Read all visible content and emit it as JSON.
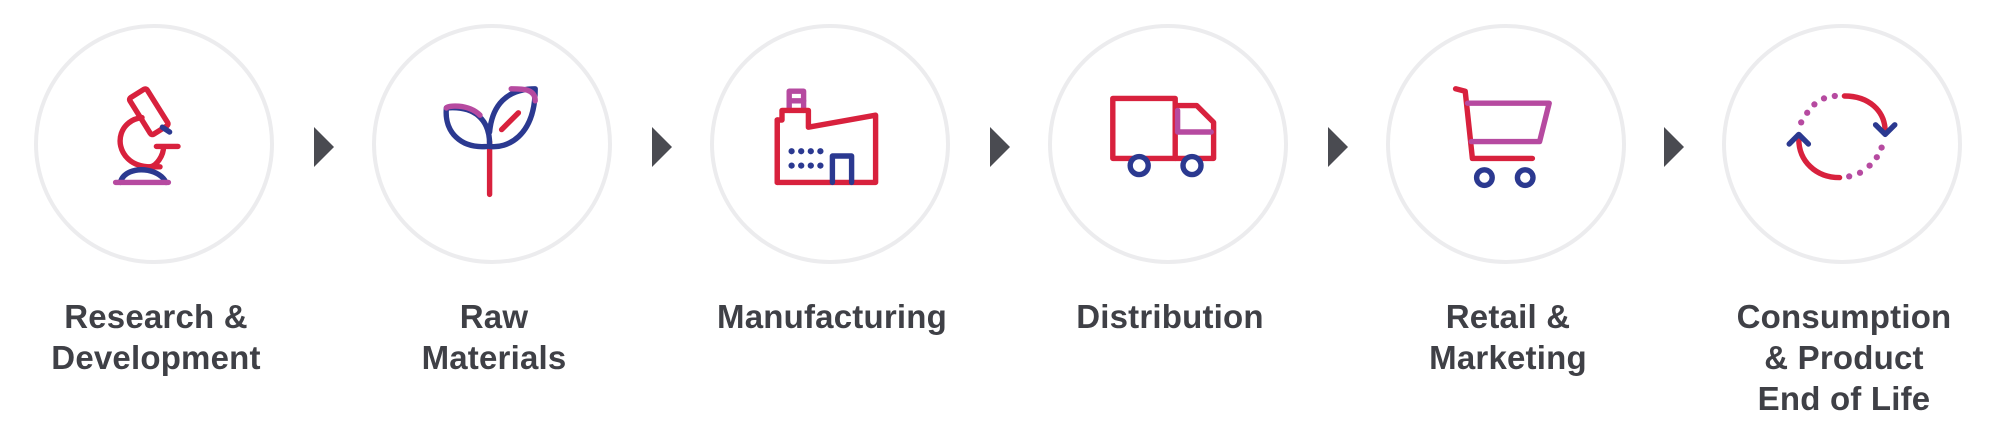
{
  "colors": {
    "red": "#d8213d",
    "navy": "#2b3990",
    "magenta": "#b64aa0",
    "circle_border": "#ececee",
    "label": "#3f4046",
    "arrow": "#4a4b51"
  },
  "steps": [
    {
      "icon": "microscope-icon",
      "label_lines": [
        "Research &",
        "Development"
      ]
    },
    {
      "icon": "sprout-icon",
      "label_lines": [
        "Raw",
        "Materials"
      ]
    },
    {
      "icon": "factory-icon",
      "label_lines": [
        "Manufacturing"
      ]
    },
    {
      "icon": "truck-icon",
      "label_lines": [
        "Distribution"
      ]
    },
    {
      "icon": "shopping-cart-icon",
      "label_lines": [
        "Retail &",
        "Marketing"
      ]
    },
    {
      "icon": "recycle-cycle-icon",
      "label_lines": [
        "Consumption",
        "& Product",
        "End of Life"
      ]
    }
  ],
  "arrow_icon": "triangle-right-icon"
}
